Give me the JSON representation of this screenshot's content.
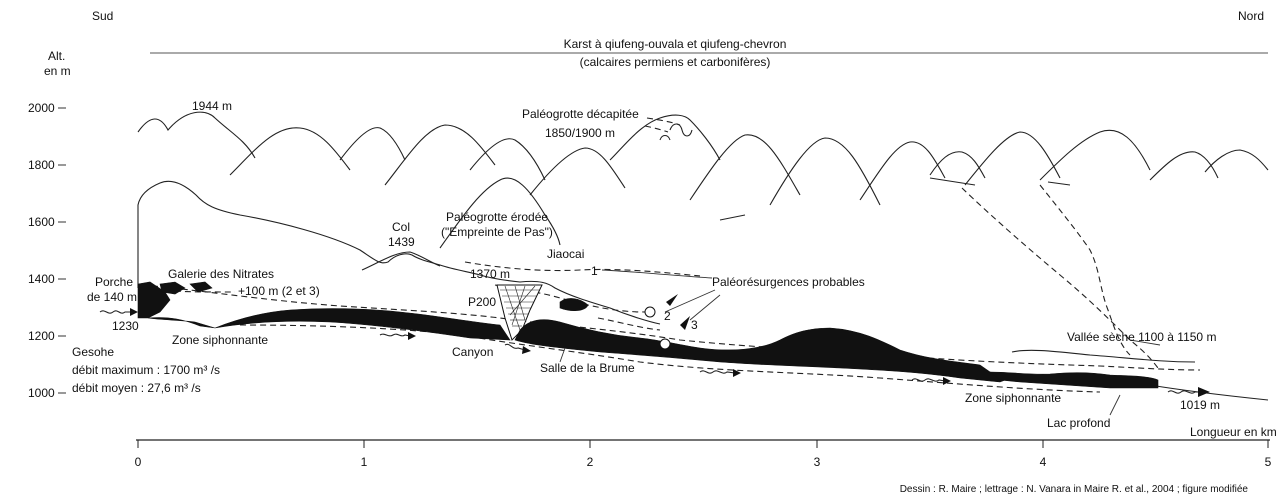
{
  "orientation": {
    "left": "Sud",
    "right": "Nord"
  },
  "header": {
    "line1": "Karst à qiufeng-ouvala et qiufeng-chevron",
    "line2": "(calcaires permiens et carbonifères)"
  },
  "y_axis": {
    "title_line1": "Alt.",
    "title_line2": "en m",
    "ticks": [
      "2000",
      "1800",
      "1600",
      "1400",
      "1200",
      "1000"
    ]
  },
  "x_axis": {
    "title": "Longueur en km",
    "ticks": [
      "0",
      "1",
      "2",
      "3",
      "4",
      "5"
    ]
  },
  "labels": {
    "peak_1944": "1944 m",
    "paleo_decap_1": "Paléogrotte décapitée",
    "paleo_decap_2": "1850/1900 m",
    "col_1": "Col",
    "col_2": "1439",
    "paleo_erodee_1": "Paléogrotte érodée",
    "paleo_erodee_2": "(\"Empreinte de Pas\")",
    "jiaocai": "Jiaocai",
    "alt_1370": "1370 m",
    "paleo_resurg": "Paléorésurgences probables",
    "n1": "1",
    "n2": "2",
    "n3": "3",
    "porche_1": "Porche",
    "porche_2": "de 140 m",
    "galerie_1": "Galerie des Nitrates",
    "galerie_2": "+100 m (2 et 3)",
    "p200": "P200",
    "alt_1230": "1230",
    "zone_siph_1": "Zone siphonnante",
    "canyon": "Canyon",
    "salle": "Salle de la Brume",
    "vallee": "Vallée sèche 1100 à 1150 m",
    "zone_siph_2": "Zone siphonnante",
    "lac": "Lac profond",
    "alt_1019": "1019 m",
    "gesohe": "Gesohe",
    "debit_max": "débit maximum : 1700 m³ /s",
    "debit_moy": "débit moyen : 27,6 m³ /s"
  },
  "credit": "Dessin : R. Maire ; lettrage : N. Vanara in Maire R. et al., 2004 ; figure modifiée"
}
